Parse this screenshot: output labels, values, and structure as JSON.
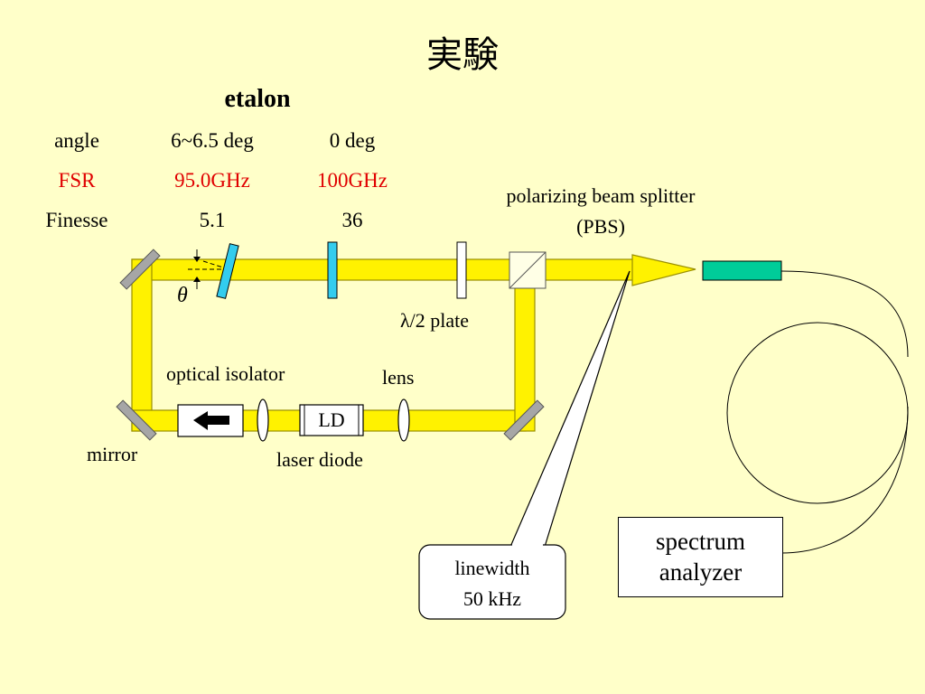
{
  "title": "実験",
  "etalon": {
    "heading": "etalon",
    "rows": [
      {
        "label": "angle",
        "v1": "6~6.5 deg",
        "v2": "0 deg"
      },
      {
        "label": "FSR",
        "v1": "95.0GHz",
        "v2": "100GHz"
      },
      {
        "label": "Finesse",
        "v1": "5.1",
        "v2": "36"
      }
    ]
  },
  "labels": {
    "pbs_line1": "polarizing beam splitter",
    "pbs_line2": "(PBS)",
    "theta": "θ",
    "half_wave": "λ/2 plate",
    "optical_isolator": "optical isolator",
    "lens": "lens",
    "ld": "LD",
    "mirror": "mirror",
    "laser_diode": "laser diode"
  },
  "callout": {
    "line1": "linewidth",
    "line2": "50 kHz"
  },
  "spectrum_analyzer": {
    "line1": "spectrum",
    "line2": "analyzer"
  },
  "colors": {
    "background": "#FFFFC9",
    "beam": "#FFF200",
    "red_text": "#E00000",
    "etalon": "#33CCEE",
    "fiber_coupler": "#00CC99",
    "mirror": "#A6A6A6"
  }
}
